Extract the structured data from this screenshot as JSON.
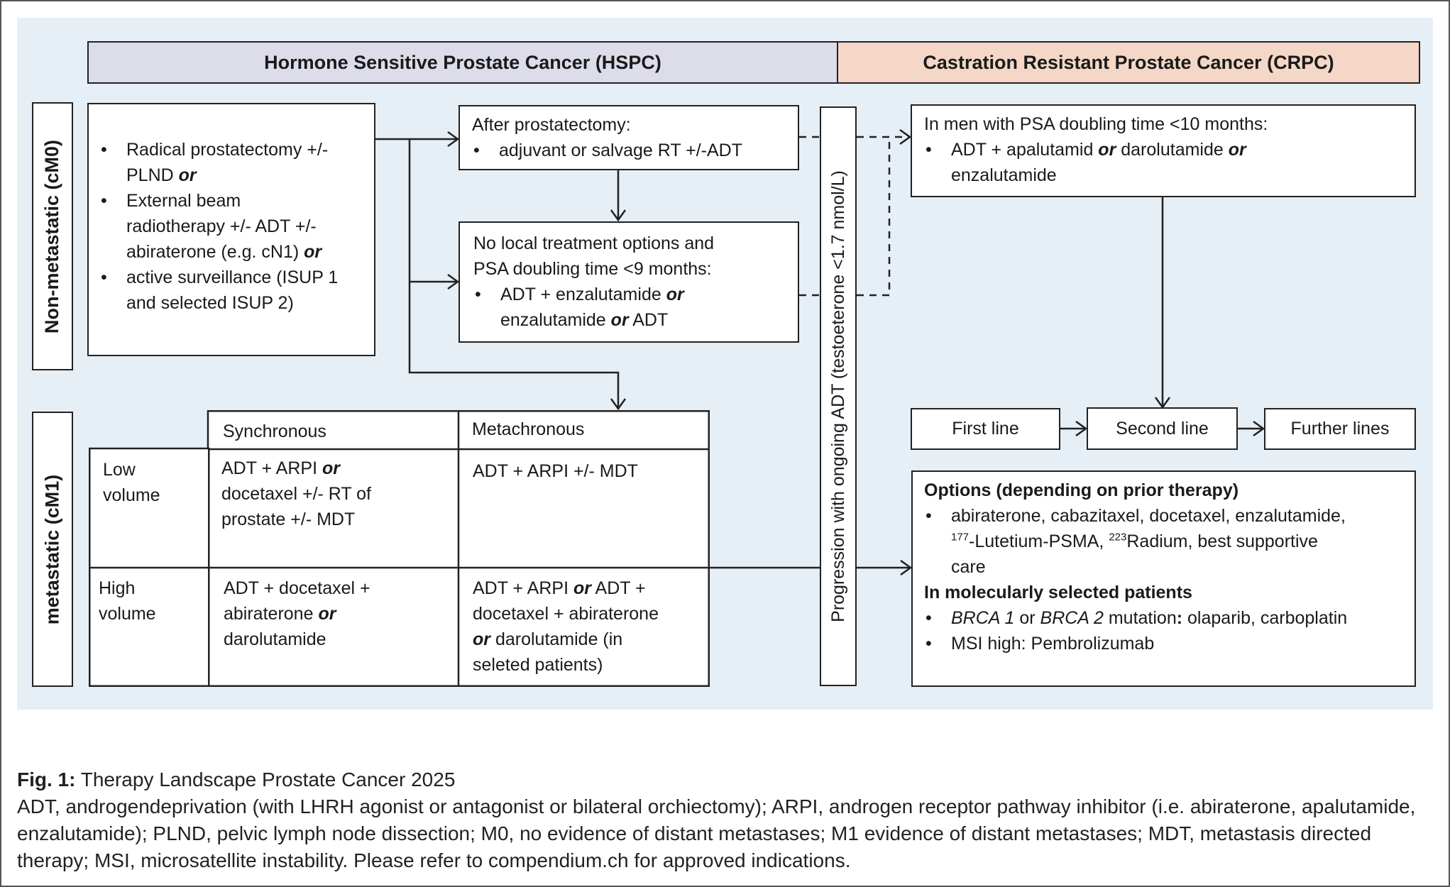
{
  "headers": {
    "hspc": "Hormone Sensitive Prostate Cancer (HSPC)",
    "crpc": "Castration Resistant Prostate Cancer (CRPC)"
  },
  "side_labels": {
    "non_metastatic": "Non-metastatic (cM0)",
    "metastatic": "metastatic (cM1)",
    "progression": "Progression with ongoing ADT (testoeterone <1.7 nmol/L)"
  },
  "local_therapy": {
    "i1a": "Radical prostatectomy +/-",
    "i1b": "PLND",
    "or": "or",
    "i2a": "External beam",
    "i2b": "radiotherapy +/- ADT +/-",
    "i2c": "abiraterone (e.g. cN1)",
    "i3a": "active surveillance (ISUP 1",
    "i3b": "and selected ISUP 2)"
  },
  "after_prostatectomy": {
    "title": "After prostatectomy:",
    "item": "adjuvant or salvage RT +/-ADT"
  },
  "no_local": {
    "l1": "No local treatment options and",
    "l2": "PSA doubling time <9 months:",
    "item_a": "ADT + enzalutamide",
    "item_b": "enzalutamide",
    "item_c": "ADT"
  },
  "psa_box": {
    "title": "In men with PSA doubling time <10 months:",
    "item_a": "ADT + apalutamid",
    "item_b": "darolutamide",
    "item_c": "enzalutamide"
  },
  "table": {
    "col_sync": "Synchronous",
    "col_meta": "Metachronous",
    "row_low_a": "Low",
    "row_low_b": "volume",
    "row_high_a": "High",
    "row_high_b": "volume",
    "low_sync_a": "ADT +  ARPI",
    "low_sync_b": "docetaxel +/- RT of",
    "low_sync_c": "prostate  +/- MDT",
    "low_meta": "ADT + ARPI +/- MDT",
    "high_sync_a": "ADT + docetaxel +",
    "high_sync_b": "abiraterone",
    "high_sync_c": "darolutamide",
    "high_meta_a": "ADT + ARPI",
    "high_meta_b": "ADT +",
    "high_meta_c": "docetaxel + abiraterone",
    "high_meta_d": "darolutamide (in",
    "high_meta_e": "seleted patients)"
  },
  "lines": {
    "first": "First line",
    "second": "Second line",
    "further": "Further lines"
  },
  "options": {
    "title": "Options (depending on prior therapy)",
    "item1_a": "abiraterone, cabazitaxel, docetaxel, enzalutamide,",
    "item1_sup1": "177",
    "item1_b": "-Lutetium-PSMA,",
    "item1_sup2": "223",
    "item1_c": "Radium, best supportive",
    "item1_d": "care",
    "mol_title": "In molecularly selected patients",
    "brca1": "BRCA 1",
    "brca_or": " or ",
    "brca2": "BRCA 2",
    "brca_mut": " mutation",
    "brca_colon": ":",
    "brca_drugs": " olaparib, carboplatin",
    "msi": "MSI high: Pembrolizumab"
  },
  "caption": {
    "fig": "Fig. 1:",
    "title": " Therapy Landscape Prostate Cancer 2025",
    "body": "ADT, androgendeprivation (with LHRH agonist or antagonist or bilateral orchiectomy); ARPI, androgen receptor pathway inhibitor (i.e. abiraterone, apalutamide, enzalutamide); PLND, pelvic lymph node dissection; M0, no evidence of distant metastases; M1 evidence of distant metastases; MDT, metastasis directed therapy; MSI, microsatellite instability. Please refer to compendium.ch for approved indications."
  }
}
